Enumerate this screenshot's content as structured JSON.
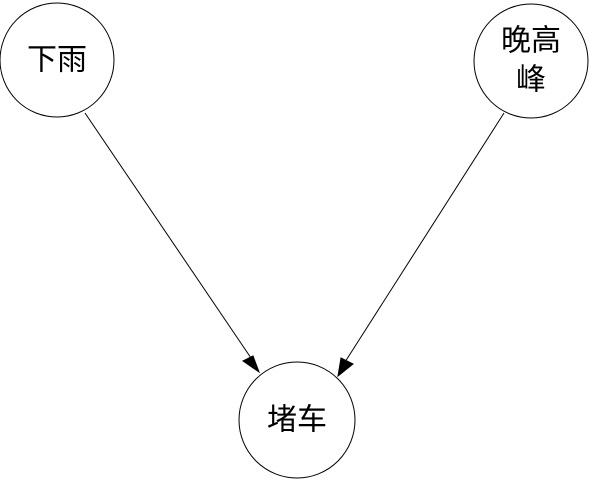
{
  "nodes": [
    {
      "id": "rain",
      "lines": [
        "下雨"
      ]
    },
    {
      "id": "evening_peak",
      "lines": [
        "晚高",
        "峰"
      ]
    },
    {
      "id": "traffic_jam",
      "lines": [
        "堵车"
      ]
    }
  ],
  "edges": [
    {
      "from": "rain",
      "to": "traffic_jam"
    },
    {
      "from": "evening_peak",
      "to": "traffic_jam"
    }
  ],
  "colors": {
    "stroke": "#000000",
    "fill": "#ffffff"
  }
}
